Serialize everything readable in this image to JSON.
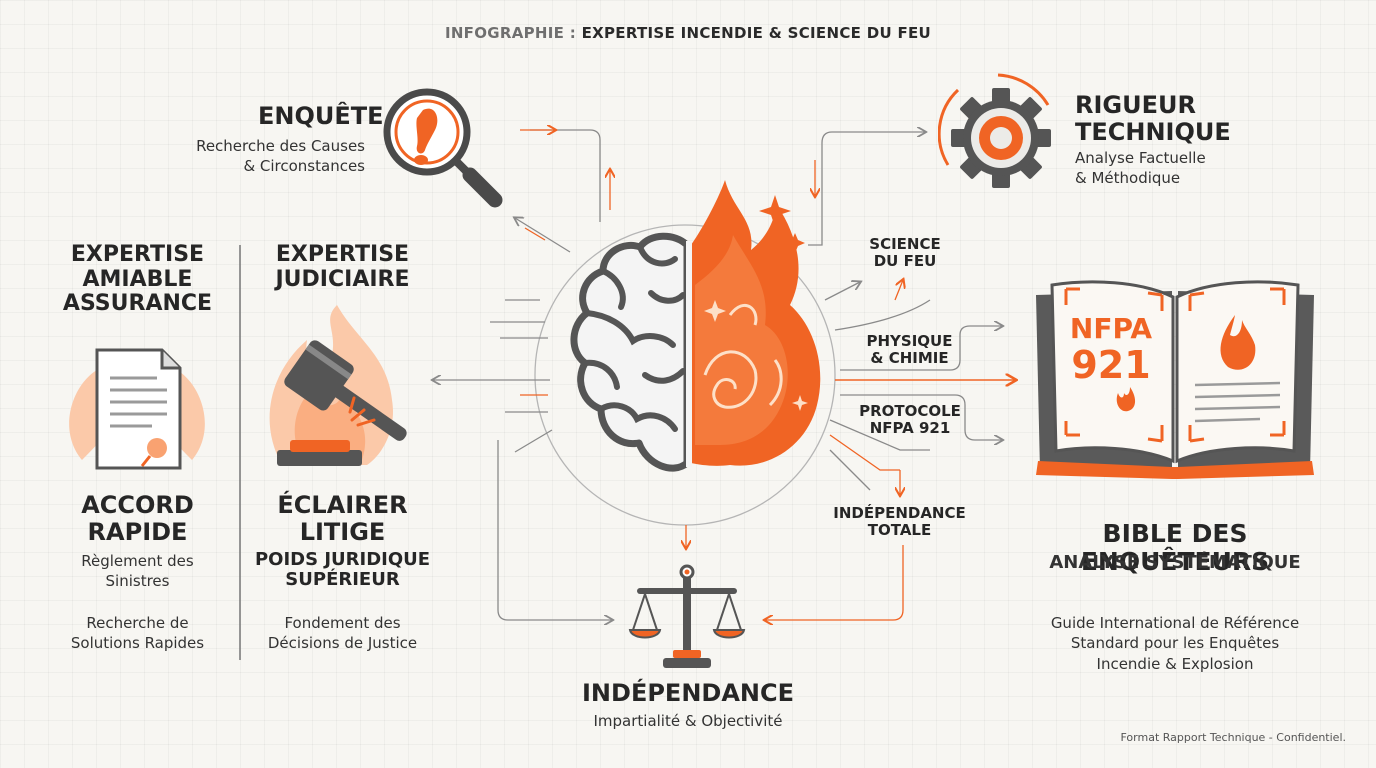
{
  "header": {
    "prefix": "INFOGRAPHIE :",
    "title": "EXPERTISE INCENDIE & SCIENCE DU FEU"
  },
  "enquete": {
    "title": "ENQUÊTE",
    "line1": "Recherche des Causes",
    "line2": "& Circonstances"
  },
  "rigueur": {
    "title1": "RIGUEUR",
    "title2": "TECHNIQUE",
    "line1": "Analyse Factuelle",
    "line2": "& Méthodique"
  },
  "amiable": {
    "title1": "EXPERTISE",
    "title2": "AMIABLE",
    "title3": "ASSURANCE",
    "result1": "ACCORD",
    "result2": "RAPIDE",
    "sub1": "Règlement des",
    "sub2": "Sinistres",
    "sub3": "Recherche de",
    "sub4": "Solutions Rapides"
  },
  "judiciaire": {
    "title1": "EXPERTISE",
    "title2": "JUDICIAIRE",
    "result1": "ÉCLAIRER",
    "result2": "LITIGE",
    "sub1": "POIDS JURIDIQUE",
    "sub2": "SUPÉRIEUR",
    "sub3": "Fondement des",
    "sub4": "Décisions de Justice"
  },
  "nodes": {
    "science1": "SCIENCE",
    "science2": "DU FEU",
    "physique1": "PHYSIQUE",
    "physique2": "& CHIMIE",
    "protocole1": "PROTOCOLE",
    "protocole2": "NFPA 921",
    "indep1": "INDÉPENDANCE",
    "indep2": "TOTALE"
  },
  "book": {
    "cover1": "NFPA",
    "cover2": "921"
  },
  "bible": {
    "title": "BIBLE DES ENQUÊTEURS",
    "subtitle": "ANALYSE SYSTÉMATIQUE",
    "line1": "Guide International de Référence",
    "line2": "Standard pour les Enquêtes",
    "line3": "Incendie & Explosion"
  },
  "independance": {
    "title": "INDÉPENDANCE",
    "sub": "Impartialité & Objectivité"
  },
  "footer": "Format Rapport Technique - Confidentiel.",
  "colors": {
    "orange": "#f06424",
    "orange_light": "#f9a271",
    "gray": "#555555",
    "line_gray": "#8a8a8a"
  },
  "icons": [
    "magnifier-footprint-icon",
    "gear-icon",
    "document-icon",
    "gavel-icon",
    "brain-flame-icon",
    "book-icon",
    "scales-icon"
  ]
}
